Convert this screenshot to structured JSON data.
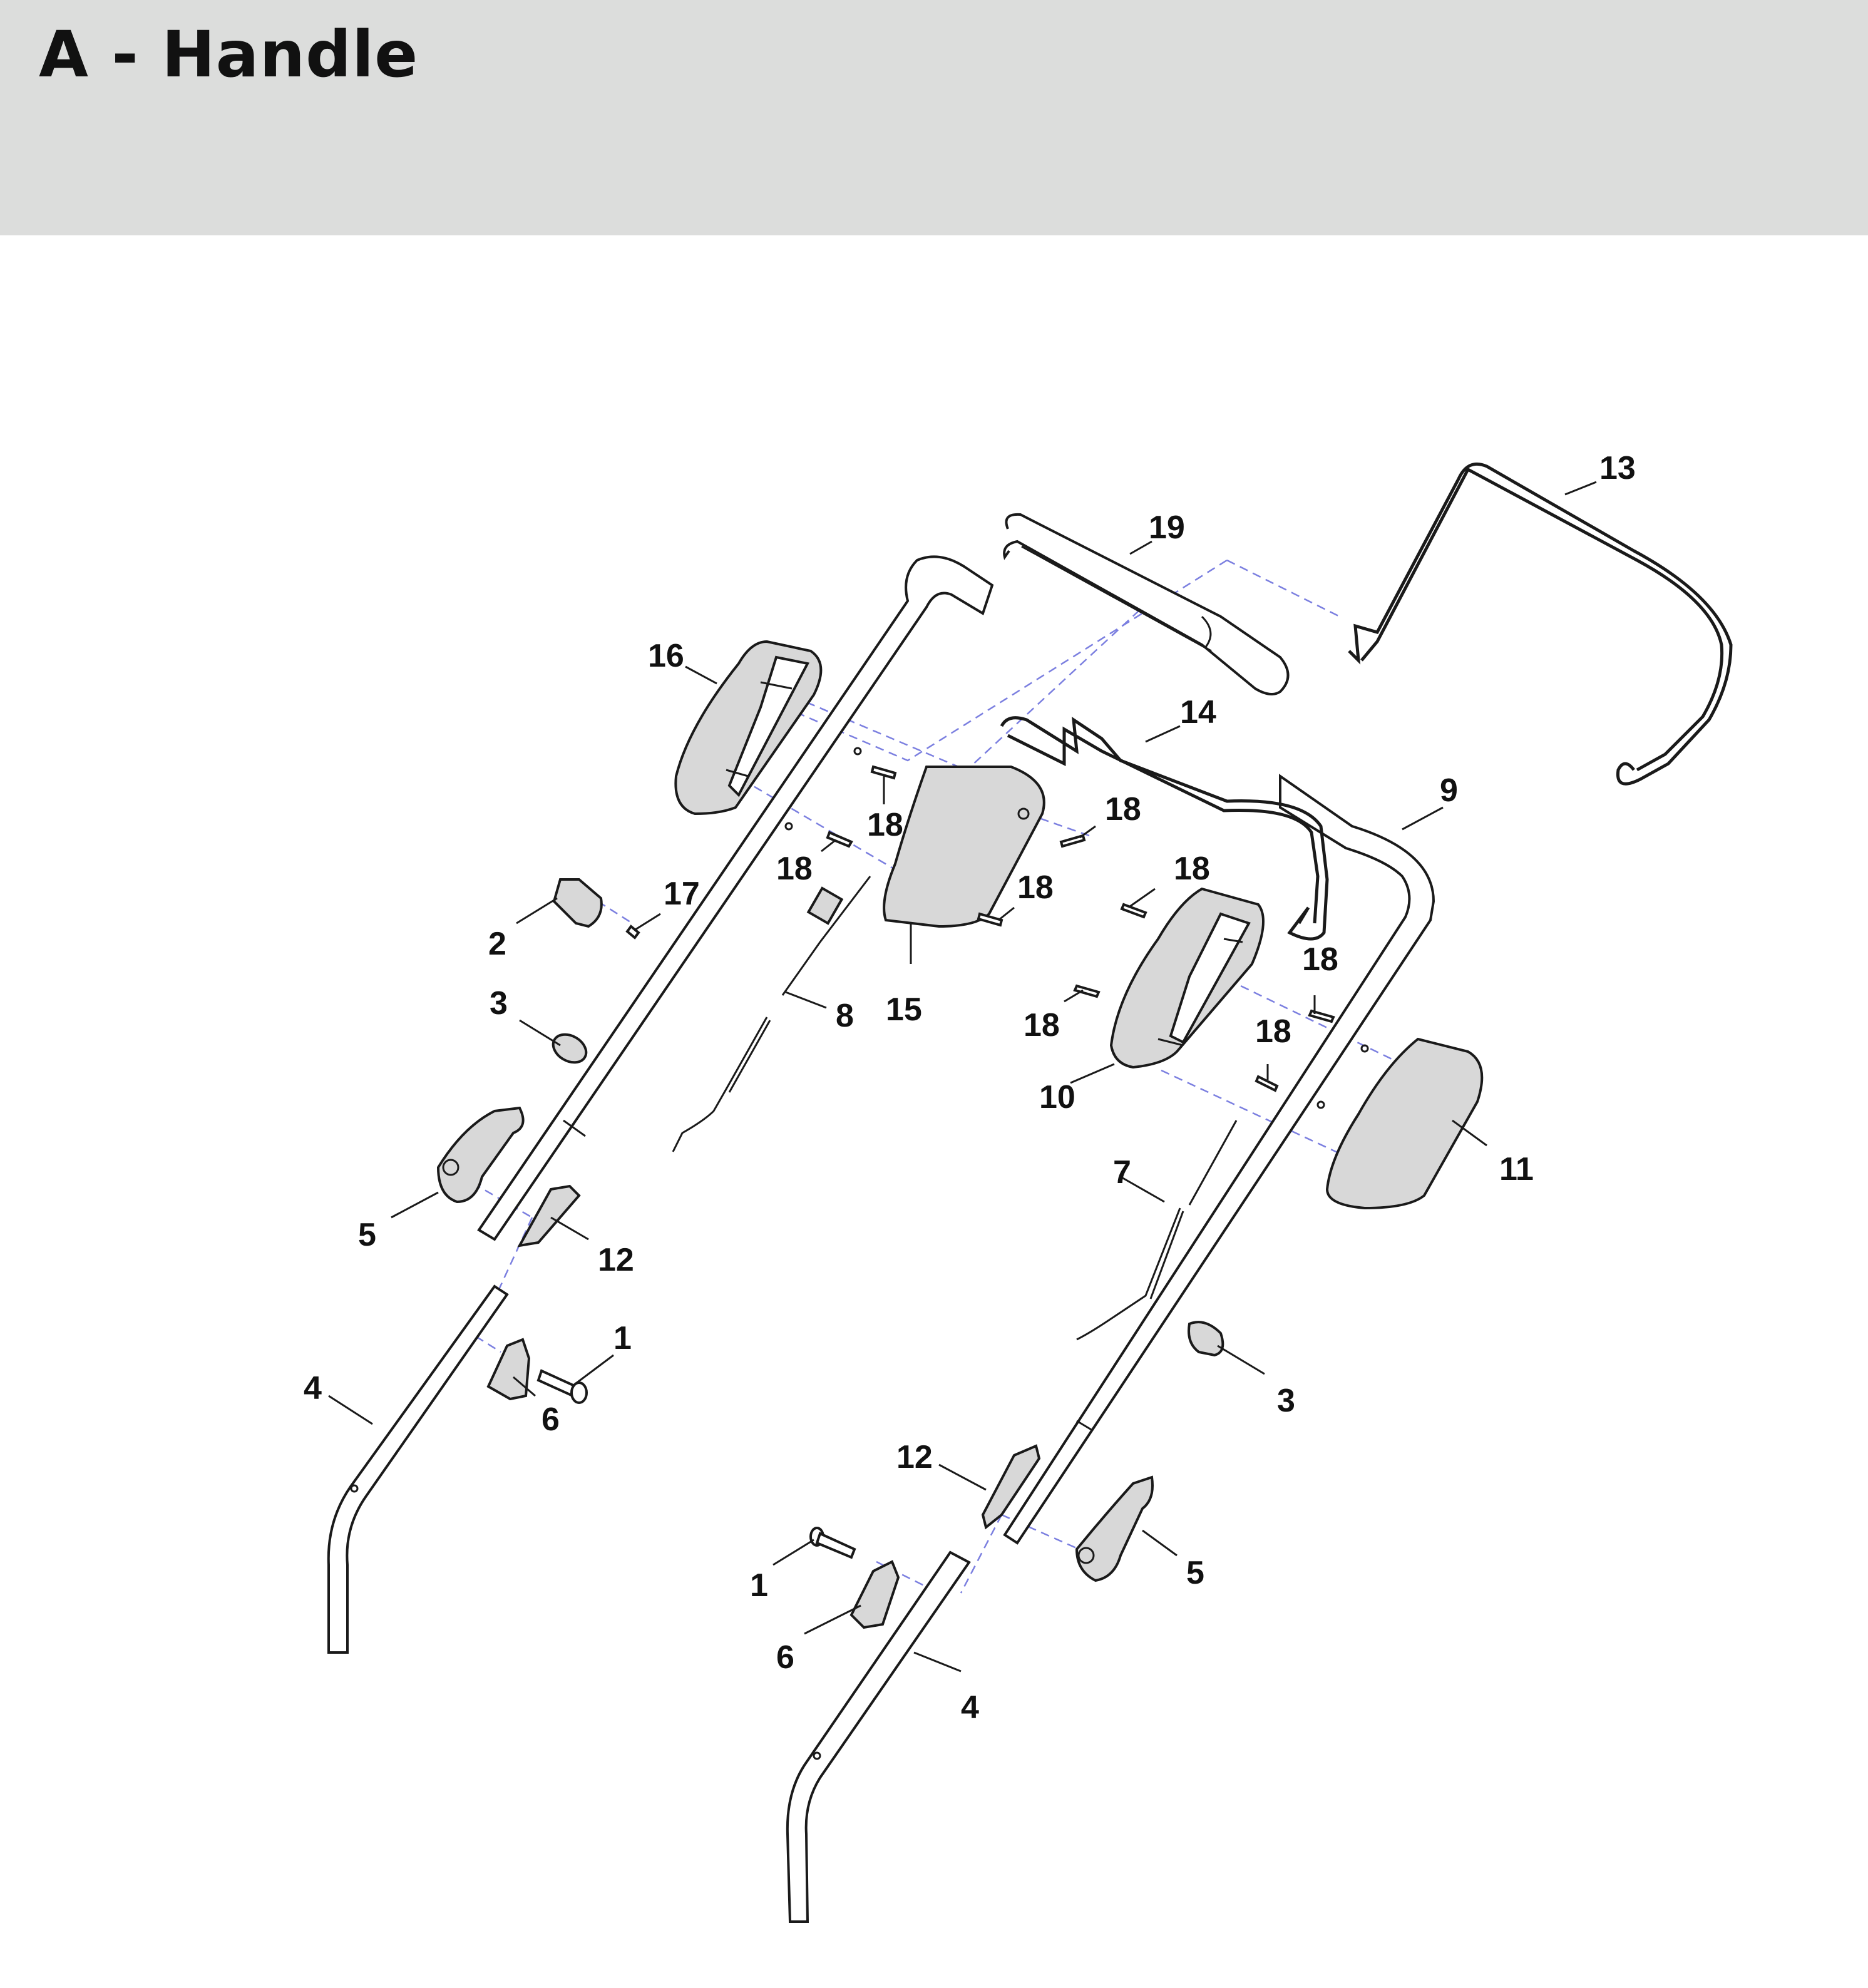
{
  "page": {
    "title": "A - Handle"
  },
  "callouts": {
    "c1a": "1",
    "c1b": "1",
    "c2": "2",
    "c3a": "3",
    "c3b": "3",
    "c4a": "4",
    "c4b": "4",
    "c5a": "5",
    "c5b": "5",
    "c6a": "6",
    "c6b": "6",
    "c7": "7",
    "c8": "8",
    "c9": "9",
    "c10": "10",
    "c11": "11",
    "c12a": "12",
    "c12b": "12",
    "c13": "13",
    "c14": "14",
    "c15": "15",
    "c16": "16",
    "c17": "17",
    "c18a": "18",
    "c18b": "18",
    "c18c": "18",
    "c18d": "18",
    "c18e": "18",
    "c18f": "18",
    "c18g": "18",
    "c18h": "18",
    "c19": "19"
  }
}
